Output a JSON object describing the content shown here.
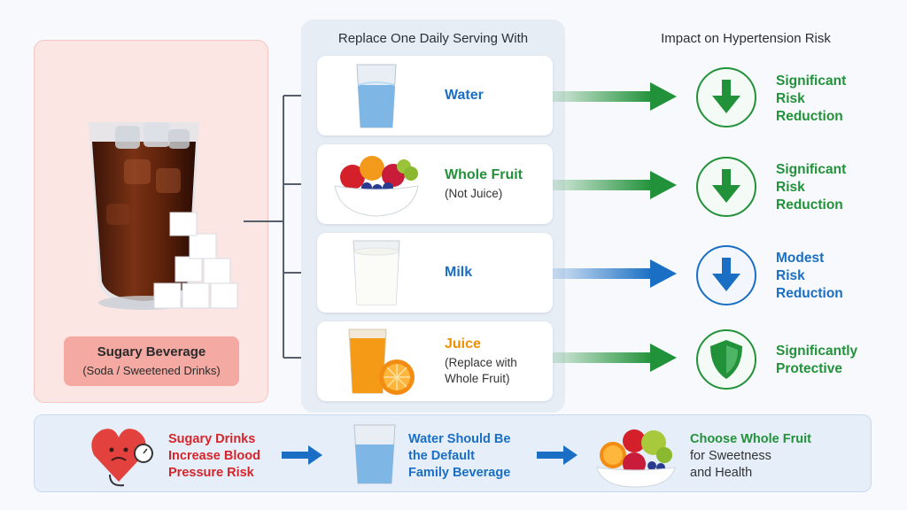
{
  "source": {
    "title": "Sugary Beverage",
    "subtitle": "(Soda / Sweetened Drinks)"
  },
  "headings": {
    "replace": "Replace One Daily Serving With",
    "impact": "Impact on Hypertension Risk"
  },
  "options": [
    {
      "name": "Water",
      "sub": "",
      "color": "#1a6fc4",
      "arrow_color": "#22923a",
      "impact_icon": "down-arrow-icon",
      "impact": [
        "Significant",
        "Risk",
        "Reduction"
      ],
      "impact_color": "#22923a"
    },
    {
      "name": "Whole Fruit",
      "sub": "(Not Juice)",
      "color": "#22923a",
      "arrow_color": "#22923a",
      "impact_icon": "down-arrow-icon",
      "impact": [
        "Significant",
        "Risk",
        "Reduction"
      ],
      "impact_color": "#22923a"
    },
    {
      "name": "Milk",
      "sub": "",
      "color": "#1a6fc4",
      "arrow_color": "#1a6fc4",
      "impact_icon": "down-arrow-icon",
      "impact": [
        "Modest",
        "Risk",
        "Reduction"
      ],
      "impact_color": "#1a6fc4"
    },
    {
      "name": "Juice",
      "sub": "(Replace with Whole Fruit)",
      "color": "#f09000",
      "arrow_color": "#22923a",
      "impact_icon": "shield-icon",
      "impact": [
        "Significantly",
        "Protective"
      ],
      "impact_color": "#22923a"
    }
  ],
  "bottom": {
    "item1": [
      "Sugary Drinks",
      "Increase Blood",
      "Pressure Risk"
    ],
    "item2": [
      "Water Should Be",
      "the Default",
      "Family Beverage"
    ],
    "item3_title": "Choose Whole Fruit",
    "item3_lines": [
      "for Sweetness",
      "and Health"
    ]
  },
  "colors": {
    "green": "#22923a",
    "blue": "#1a6fc4",
    "red": "#d6252b",
    "orange": "#f09000"
  }
}
